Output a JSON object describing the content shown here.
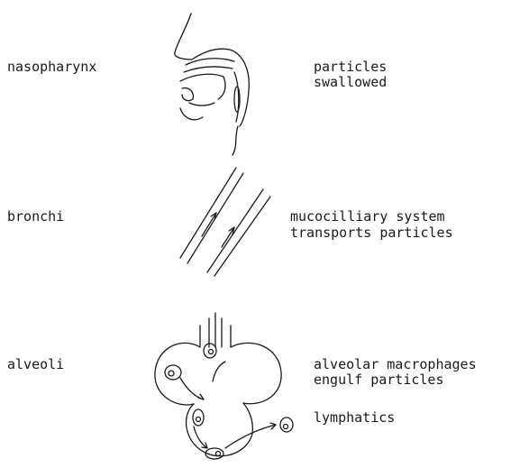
{
  "rows": [
    {
      "region": "nasopharynx",
      "description": [
        "particles",
        "swallowed"
      ]
    },
    {
      "region": "bronchi",
      "description": [
        "mucocilliary system",
        "transports particles"
      ]
    },
    {
      "region": "alveoli",
      "description": [
        "alveolar macrophages",
        "engulf particles"
      ]
    }
  ],
  "extra": {
    "lymphatics": "lymphatics"
  },
  "icons": [
    "nasopharynx-illustration",
    "bronchi-illustration",
    "alveoli-illustration"
  ]
}
